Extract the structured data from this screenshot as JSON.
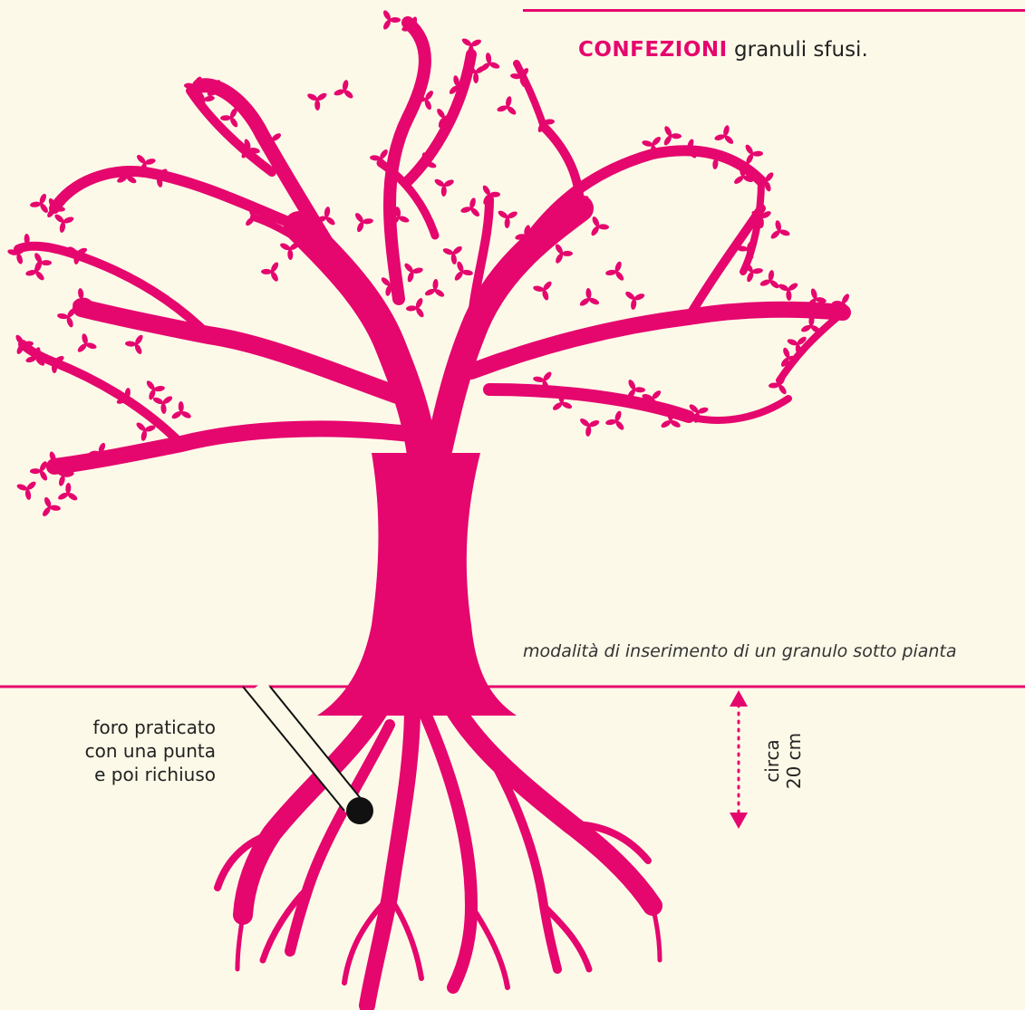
{
  "header": {
    "title_bold": "CONFEZIONI",
    "title_rest": "granuli sfusi."
  },
  "diagram": {
    "caption": "modalità di inserimento di un granulo sotto pianta",
    "hole_label_lines": [
      "foro praticato",
      "con una punta",
      "e poi richiuso"
    ],
    "depth_label_lines": [
      "circa",
      "20 cm"
    ]
  },
  "colors": {
    "background": "#fdf9e8",
    "accent": "#e5066e",
    "granule": "#111111",
    "hole": "#fdf9e8"
  },
  "icons": {
    "tree": "tree-icon",
    "granule": "granule-dot-icon",
    "arrow": "double-arrow-icon"
  }
}
